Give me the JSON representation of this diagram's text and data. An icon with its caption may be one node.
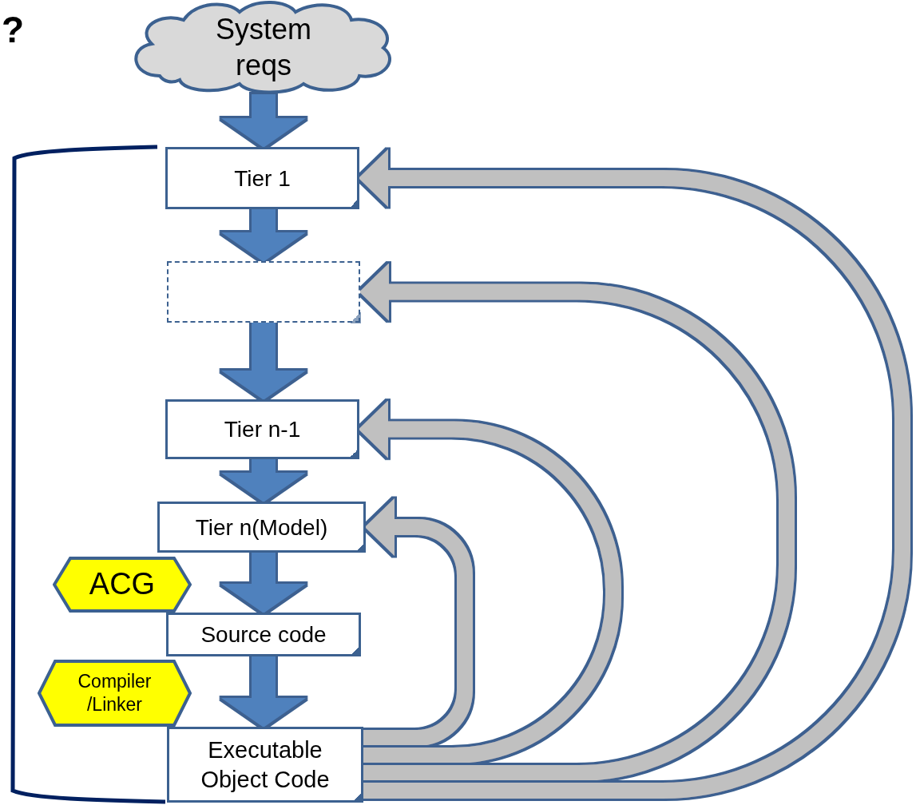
{
  "diagram": {
    "nodes": [
      {
        "text": [
          "System reqs"
        ]
      },
      {
        "text": [
          "Tier 1"
        ]
      },
      {
        "text": [],
        "shape": "box"
      },
      {
        "text": [
          "Tier n-1"
        ]
      },
      {
        "text": [
          "Tier n(Model)"
        ]
      },
      {
        "text": [
          "ACG"
        ]
      },
      {
        "text": [
          "Source code"
        ]
      },
      {
        "text": [
          "Compiler /Linker"
        ]
      },
      {
        "text": [
          "Executable Object Code"
        ]
      }
    ],
    "edges": [
      {
        "from": 0,
        "to": 1,
        "arrow": "to"
      },
      {
        "from": 1,
        "to": 2,
        "arrow": "to"
      },
      {
        "from": 2,
        "to": 3,
        "arrow": "to"
      },
      {
        "from": 3,
        "to": 4,
        "arrow": "to"
      },
      {
        "from": 4,
        "to": 6,
        "arrow": "to"
      },
      {
        "from": 6,
        "to": 8,
        "arrow": "to"
      },
      {
        "from": 8,
        "to": 4,
        "arrow": "to",
        "color": "#c0c0c0"
      },
      {
        "from": 8,
        "to": 3,
        "arrow": "to",
        "color": "#c0c0c0"
      },
      {
        "from": 8,
        "to": 2,
        "arrow": "to",
        "color": "#c0c0c0"
      },
      {
        "from": 8,
        "to": 1,
        "arrow": "to",
        "color": "#c0c0c0"
      }
    ],
    "labels": [
      "?"
    ]
  }
}
